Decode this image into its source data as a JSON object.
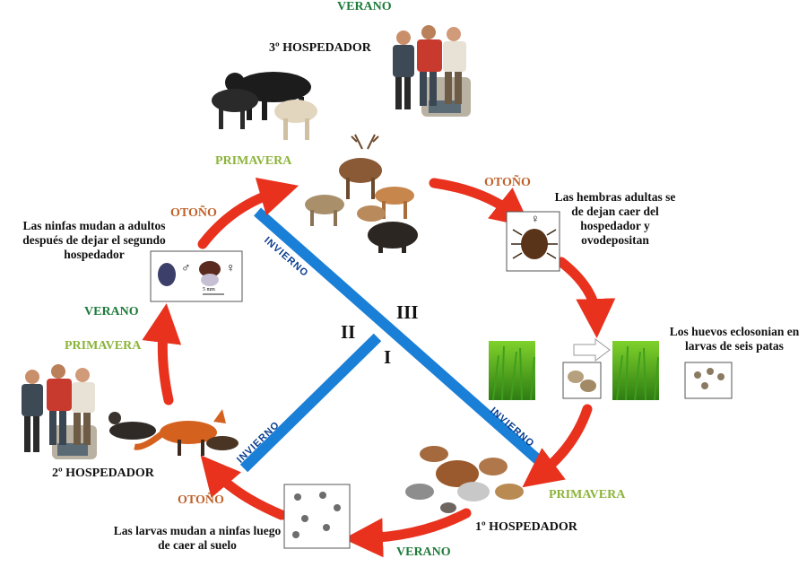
{
  "seasons": {
    "verano_top": "VERANO",
    "verano_left": "VERANO",
    "verano_bottom": "VERANO",
    "primavera_top": "PRIMAVERA",
    "primavera_left": "PRIMAVERA",
    "primavera_right": "PRIMAVERA",
    "otono_top_left": "OTOÑO",
    "otono_top_right": "OTOÑO",
    "otono_bottom_left": "OTOÑO",
    "invierno_upper": "INVIERNO",
    "invierno_lower_left": "INVIERNO",
    "invierno_lower_right": "INVIERNO"
  },
  "hosts": {
    "third": "3º HOSPEDADOR",
    "second": "2º HOSPEDADOR",
    "first": "1º HOSPEDADOR"
  },
  "notes": {
    "nymphs_molt": "Las ninfas mudan a adultos después de dejar el segundo hospedador",
    "females_drop": "Las hembras adultas se de dejan caer del hospedador y ovodepositan",
    "eggs_hatch": "Los huevos eclosonian en larvas de seis patas",
    "larvae_molt": "Las larvas mudan a ninfas luego de caer al suelo"
  },
  "roman": {
    "i": "I",
    "ii": "II",
    "iii": "III"
  },
  "symbols": {
    "male": "♂",
    "female": "♀",
    "female_single": "♀"
  },
  "scale_label": "5 mm",
  "colors": {
    "arrow": "#e8321e",
    "cross": "#1a7fd6",
    "verano": "#1e7b3a",
    "primavera": "#8cb43a",
    "otono": "#c0622a"
  }
}
